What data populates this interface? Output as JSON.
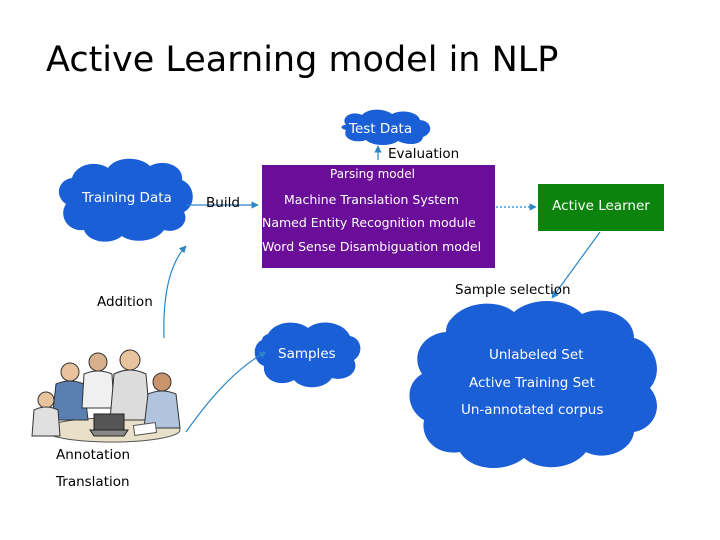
{
  "title": "Active Learning model in NLP",
  "clouds": {
    "test_data": "Test Data",
    "training_data": "Training Data",
    "samples": "Samples",
    "unlabeled": [
      "Unlabeled Set",
      "Active Training Set",
      "Un-annotated corpus"
    ]
  },
  "labels": {
    "evaluation": "Evaluation",
    "build": "Build",
    "addition": "Addition",
    "sample_selection": "Sample selection",
    "annotation": "Annotation",
    "translation": "Translation"
  },
  "models": [
    "Parsing model",
    "Machine Translation System",
    "Named Entity Recognition module",
    "Word Sense Disambiguation model"
  ],
  "active_learner": "Active Learner",
  "colors": {
    "cloud": "#1a5fd6",
    "models_box": "#6a0d99",
    "learner_box": "#0c830c",
    "arrow": "#2a84c6"
  }
}
